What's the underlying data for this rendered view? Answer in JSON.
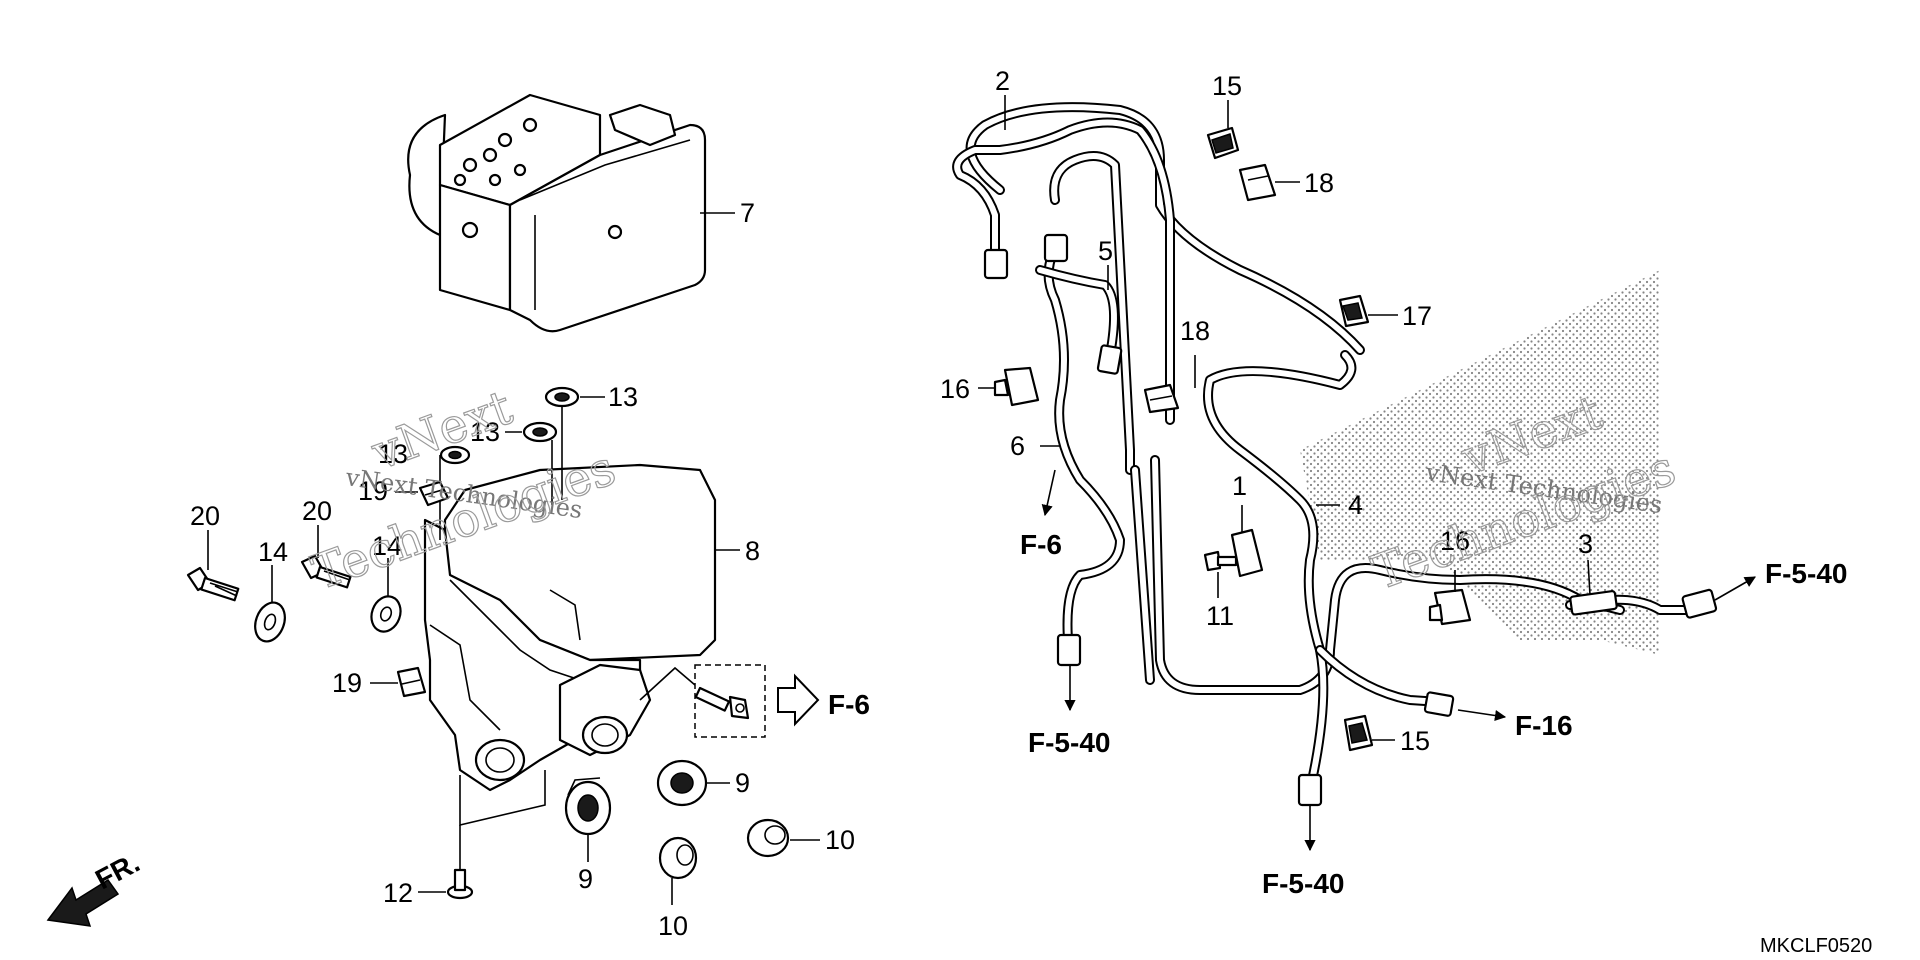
{
  "callouts": {
    "c1": "1",
    "c2": "2",
    "c3": "3",
    "c4": "4",
    "c5": "5",
    "c6": "6",
    "c7": "7",
    "c8": "8",
    "c9a": "9",
    "c9b": "9",
    "c10a": "10",
    "c10b": "10",
    "c11": "11",
    "c12": "12",
    "c13a": "13",
    "c13b": "13",
    "c13c": "13",
    "c14a": "14",
    "c14b": "14",
    "c15a": "15",
    "c15b": "15",
    "c16a": "16",
    "c16b": "16",
    "c17": "17",
    "c18a": "18",
    "c18b": "18",
    "c19a": "19",
    "c19b": "19",
    "c20a": "20",
    "c20b": "20"
  },
  "references": {
    "f6_a": "F-6",
    "f6_b": "F-6",
    "f540_a": "F-5-40",
    "f540_b": "F-5-40",
    "f540_c": "F-5-40",
    "f16": "F-16"
  },
  "direction_label": "FR.",
  "diagram_code": "MKCLF0520",
  "watermark": {
    "line1": "vNext Technologies",
    "line2": "vNext",
    "line3": "Technologies"
  },
  "colors": {
    "ink": "#000000",
    "stipple": "#9a9a9a",
    "watermark": "#9a9a9a"
  },
  "icons": [
    "front-direction-arrow-icon",
    "reference-hollow-arrow-icon"
  ]
}
